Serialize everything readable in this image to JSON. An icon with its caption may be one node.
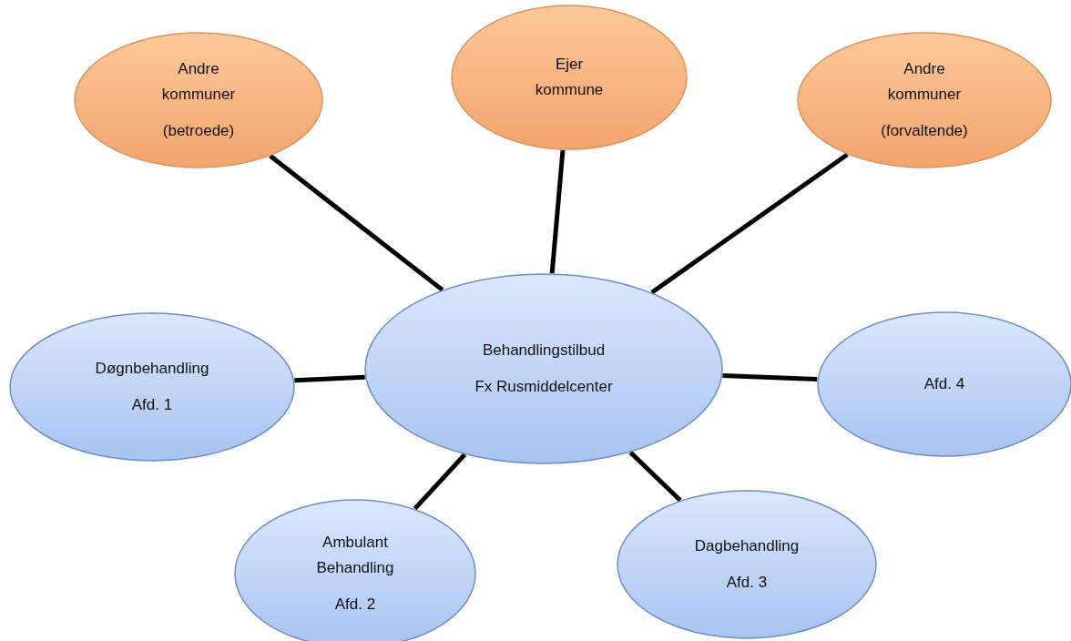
{
  "diagram": {
    "nodes": [
      {
        "text": [
          "Andre kommuner",
          "(betroede)"
        ]
      },
      {
        "text": [
          "Ejer kommune"
        ]
      },
      {
        "text": [
          "Andre kommuner",
          "(forvaltende)"
        ]
      },
      {
        "text": [
          "Behandlingstilbud",
          "Fx Rusmiddelcenter"
        ]
      },
      {
        "text": [
          "Døgnbehandling",
          "Afd. 1"
        ]
      },
      {
        "text": [
          "Afd. 4"
        ]
      },
      {
        "text": [
          "Ambulant Behandling",
          "Afd. 2"
        ]
      },
      {
        "text": [
          "Dagbehandling",
          "Afd. 3"
        ]
      }
    ],
    "edges": [
      {
        "from": 3,
        "to": 0,
        "arrow": "none"
      },
      {
        "from": 3,
        "to": 1,
        "arrow": "none"
      },
      {
        "from": 3,
        "to": 2,
        "arrow": "none"
      },
      {
        "from": 3,
        "to": 4,
        "arrow": "none"
      },
      {
        "from": 3,
        "to": 5,
        "arrow": "none"
      },
      {
        "from": 3,
        "to": 6,
        "arrow": "none"
      },
      {
        "from": 3,
        "to": 7,
        "arrow": "none"
      }
    ]
  }
}
